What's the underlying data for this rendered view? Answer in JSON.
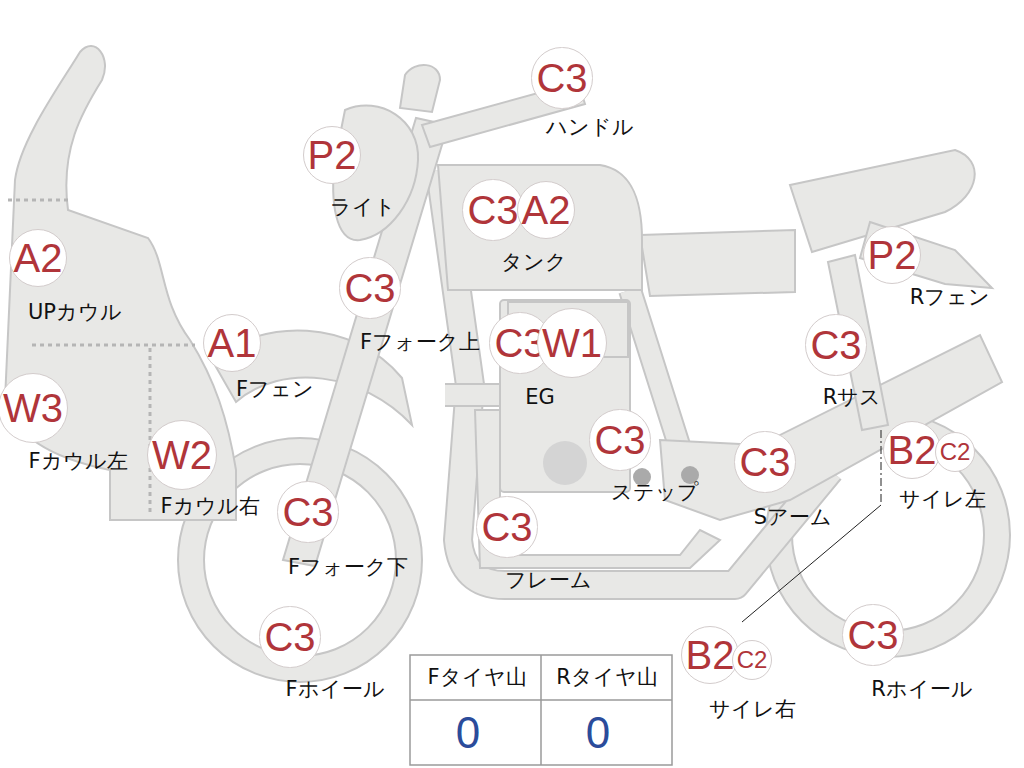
{
  "diagram": {
    "nodes": [
      {
        "text": [
          "C3"
        ]
      },
      {
        "text": [
          "P2"
        ]
      },
      {
        "text": [
          "C3"
        ]
      },
      {
        "text": [
          "A2"
        ]
      },
      {
        "text": [
          "A2"
        ]
      },
      {
        "text": [
          "P2"
        ]
      },
      {
        "text": [
          "C3"
        ]
      },
      {
        "text": [
          "A1"
        ]
      },
      {
        "text": [
          "C3"
        ]
      },
      {
        "text": [
          "W1"
        ]
      },
      {
        "text": [
          "C3"
        ]
      },
      {
        "text": [
          "W3"
        ]
      },
      {
        "text": [
          "C3"
        ]
      },
      {
        "text": [
          "W2"
        ]
      },
      {
        "text": [
          "B2"
        ]
      },
      {
        "text": [
          "C2"
        ]
      },
      {
        "text": [
          "C3"
        ]
      },
      {
        "text": [
          "C3"
        ]
      },
      {
        "text": [
          "C3"
        ]
      },
      {
        "text": [
          "C3"
        ]
      },
      {
        "text": [
          "C3"
        ]
      },
      {
        "text": [
          "B2"
        ]
      },
      {
        "text": [
          "C2"
        ]
      }
    ],
    "labels": [
      "ハンドル",
      "ライト",
      "タンク",
      "UPカウル",
      "Rフェン",
      "Fフォーク上",
      "Fフェン",
      "EG",
      "Rサス",
      "Fカウル左",
      "ステップ",
      "Fカウル右",
      "Sアーム",
      "サイレ左",
      "Fフォーク下",
      "フレーム",
      "Fホイール",
      "Rホイール",
      "サイレ右",
      "Fタイヤ山",
      "Rタイヤ山",
      "0",
      "0"
    ]
  }
}
